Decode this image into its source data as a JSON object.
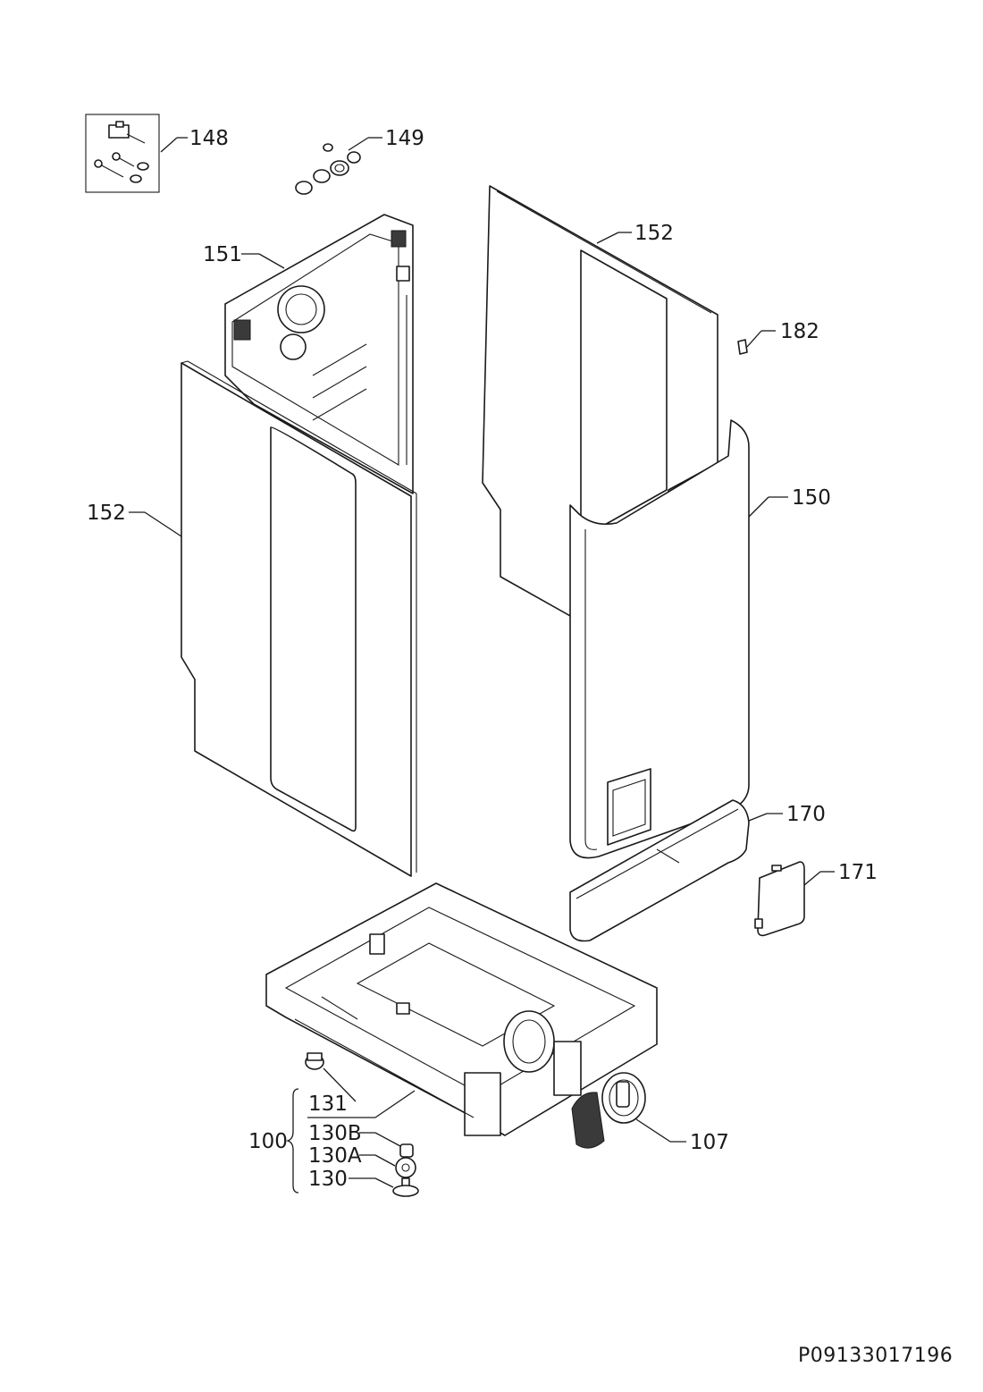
{
  "callouts": {
    "c148": "148",
    "c149": "149",
    "c151": "151",
    "c152_left": "152",
    "c152_right": "152",
    "c182": "182",
    "c150": "150",
    "c170": "170",
    "c171": "171",
    "c131": "131",
    "c130b": "130B",
    "c130a": "130A",
    "c130": "130",
    "c100": "100",
    "c107": "107"
  },
  "drawing_code": "P09133017196"
}
